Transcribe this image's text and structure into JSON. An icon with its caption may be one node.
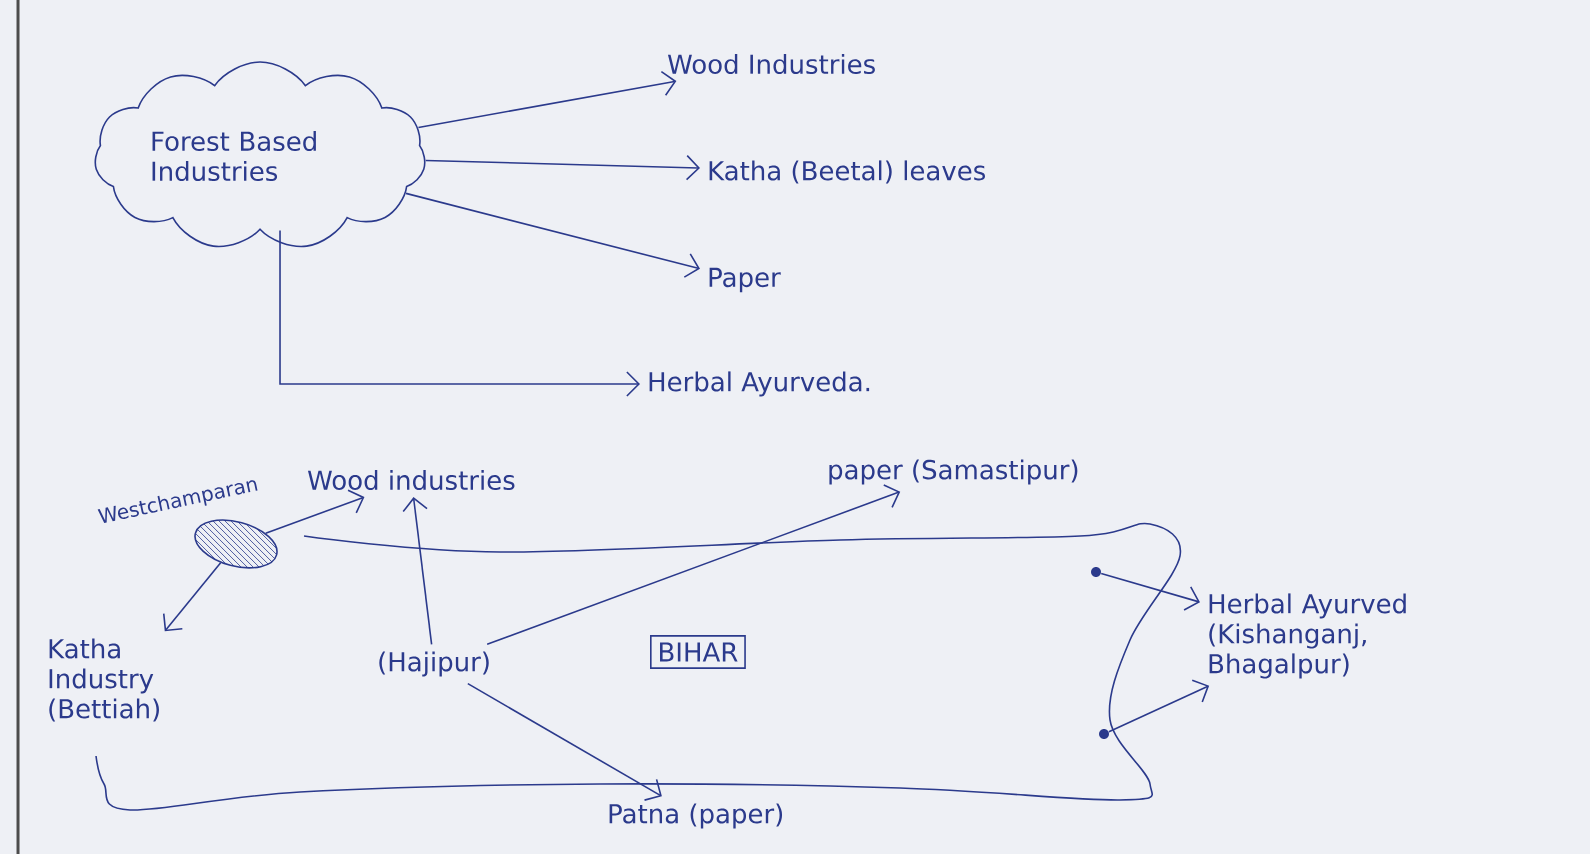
{
  "diagram": {
    "nodes": [
      {
        "text": [
          "Forest Based Industries"
        ]
      },
      {
        "text": [
          "Wood Industries"
        ]
      },
      {
        "text": [
          "Katha (Beetal) leaves"
        ]
      },
      {
        "text": [
          "Paper"
        ]
      },
      {
        "text": [
          "Herbal Ayurveda."
        ]
      },
      {
        "text": [],
        "shape": "region",
        "beside": [
          "Westchamparan"
        ]
      },
      {
        "text": [
          "Wood industries"
        ]
      },
      {
        "text": [
          "paper (Samastipur)"
        ]
      },
      {
        "text": [
          "Katha Industry (Bettiah)"
        ]
      },
      {
        "text": [
          "(Hajipur)"
        ]
      },
      {
        "text": [
          "BIHAR"
        ]
      },
      {
        "text": [
          "Herbal Ayurved (Kishanganj, Bhagalpur)"
        ]
      },
      {
        "text": [
          "Patna (paper)"
        ]
      },
      {
        "text": [],
        "shape": "dot"
      },
      {
        "text": [],
        "shape": "dot"
      }
    ],
    "edges": [
      {
        "from": 0,
        "to": 1,
        "arrow": "to"
      },
      {
        "from": 0,
        "to": 2,
        "arrow": "to"
      },
      {
        "from": 0,
        "to": 3,
        "arrow": "to"
      },
      {
        "from": 0,
        "to": 4,
        "arrow": "to"
      },
      {
        "from": 5,
        "to": 6,
        "arrow": "to"
      },
      {
        "from": 5,
        "to": 8,
        "arrow": "to"
      },
      {
        "from": 9,
        "to": 6,
        "arrow": "to"
      },
      {
        "from": 9,
        "to": 7,
        "arrow": "to"
      },
      {
        "from": 9,
        "to": 12,
        "arrow": "to"
      },
      {
        "from": 13,
        "to": 11,
        "arrow": "to"
      },
      {
        "from": 14,
        "to": 11,
        "arrow": "to"
      }
    ]
  }
}
